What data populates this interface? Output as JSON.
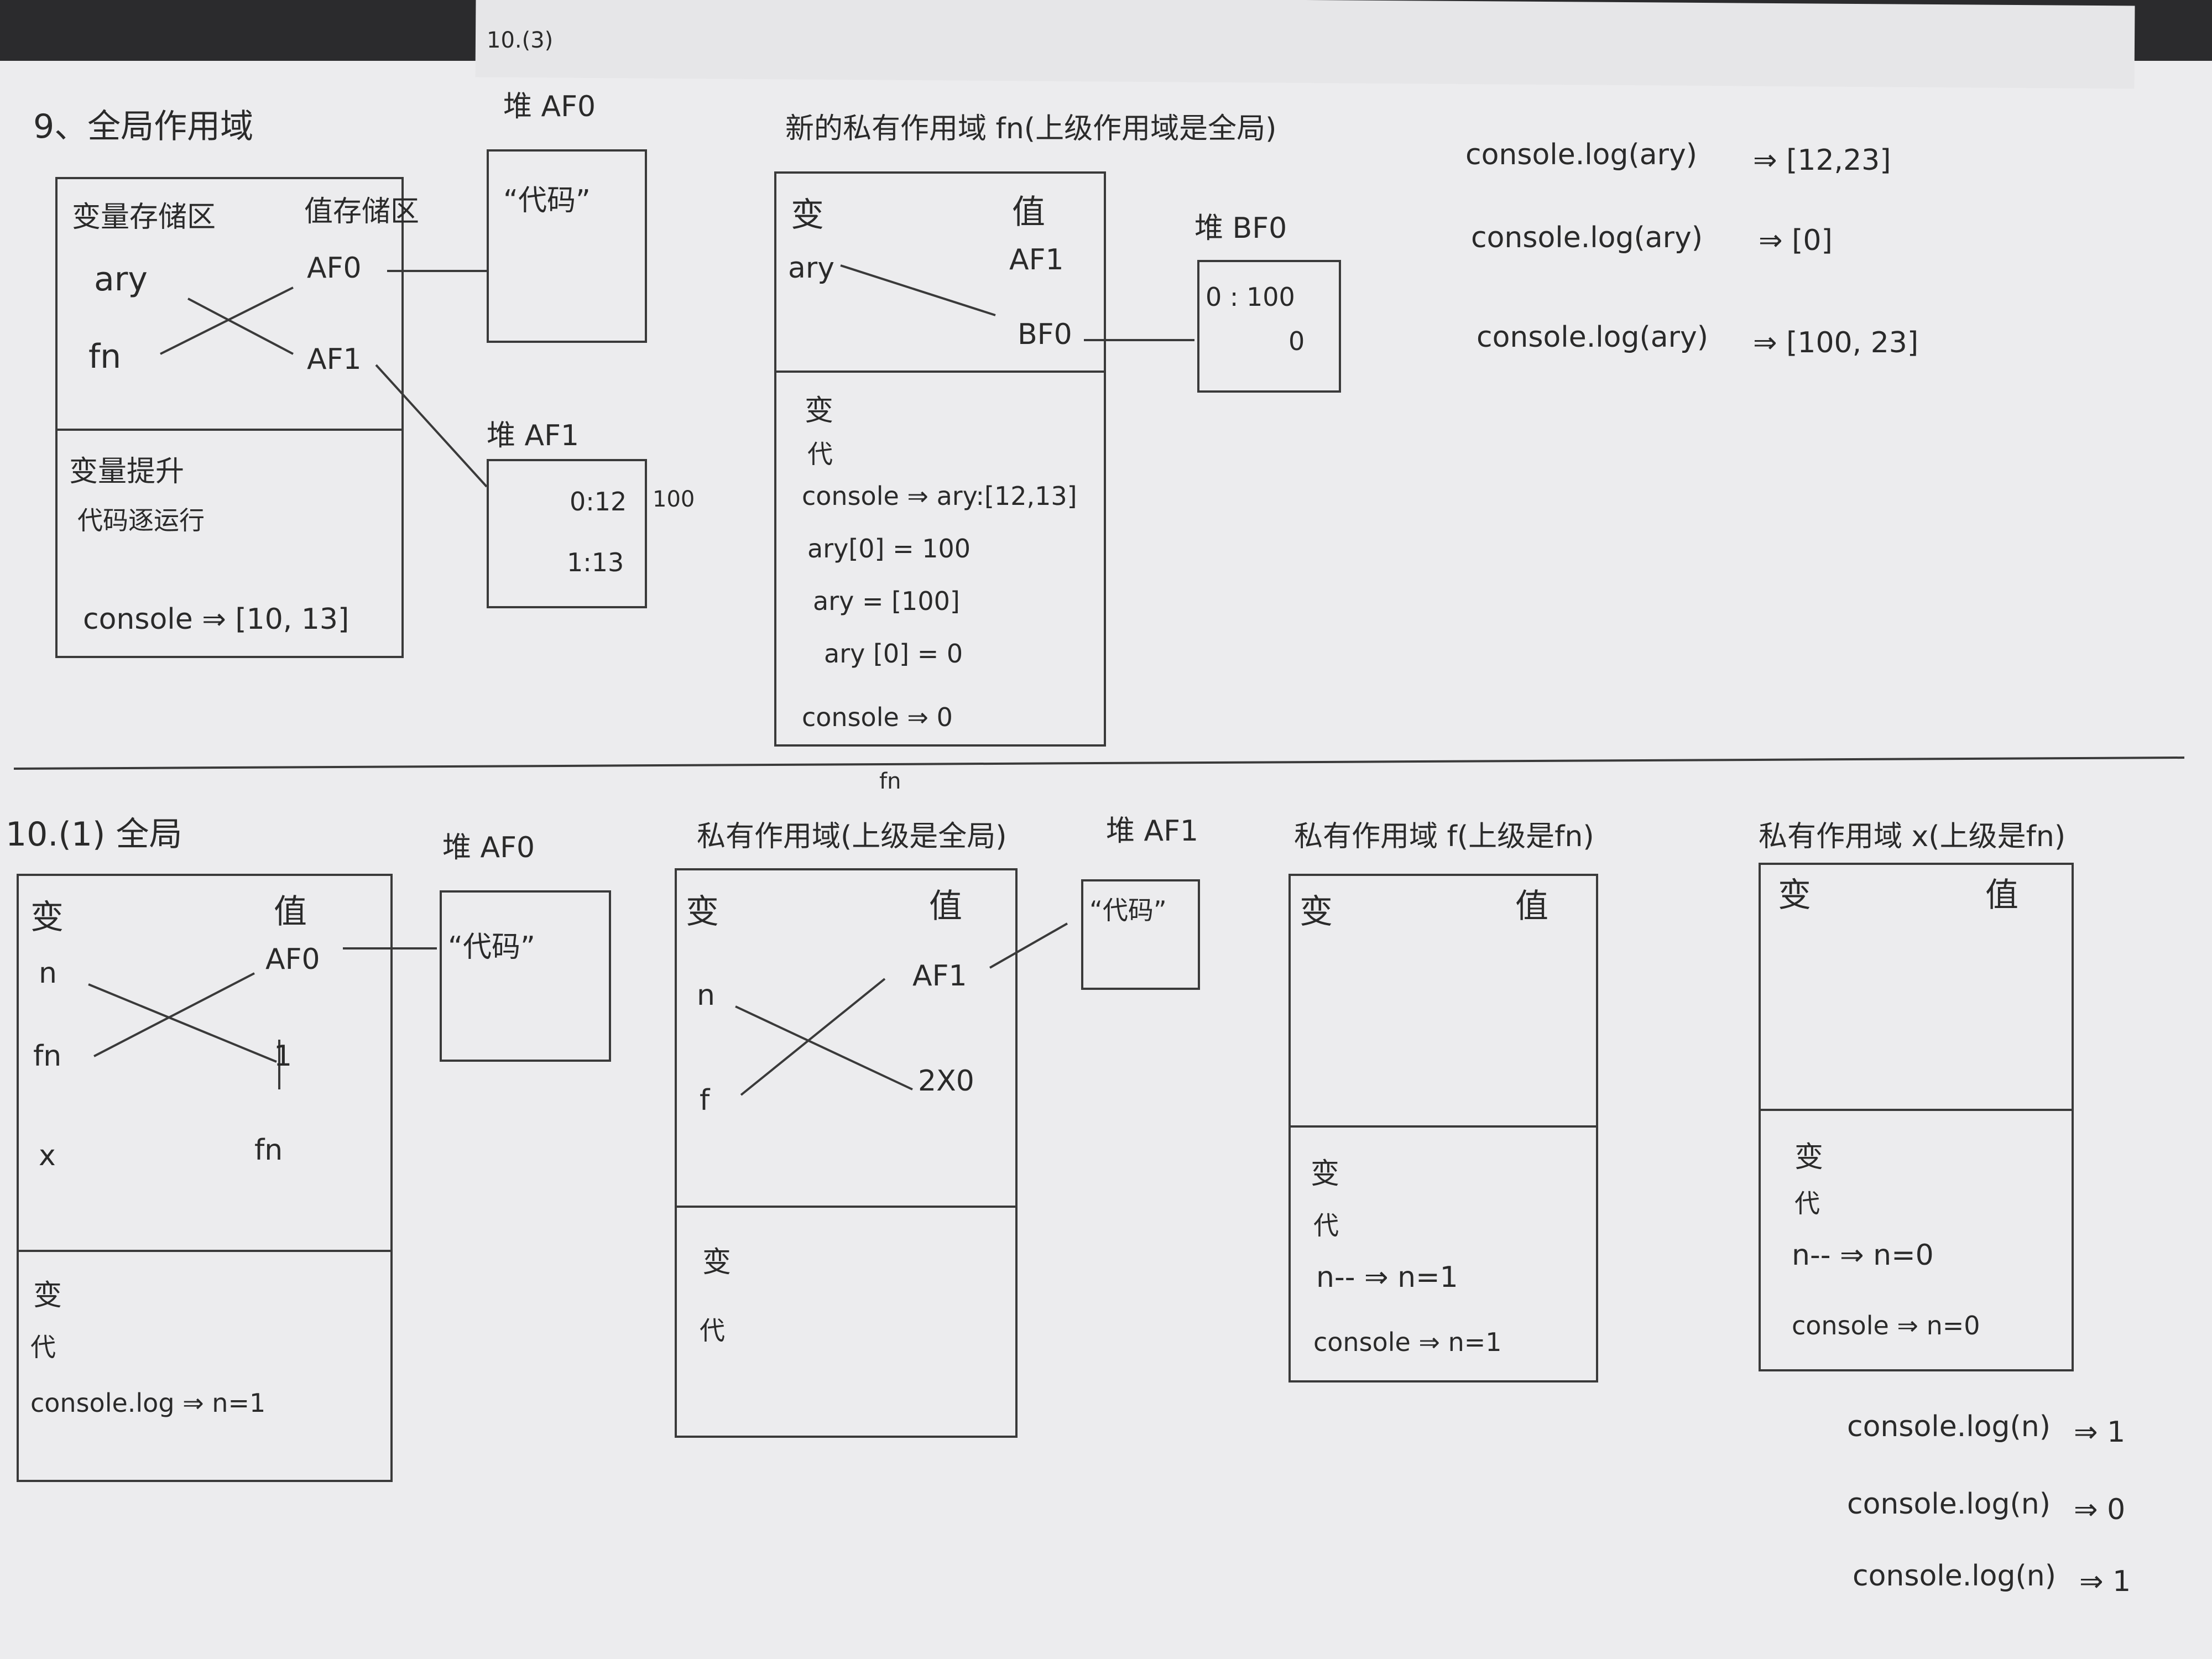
{
  "top_tab": "10.(3)",
  "section9": {
    "title": "9、全局作用域",
    "global": {
      "var_header": "变量存储区",
      "val_header": "值存储区",
      "vars": [
        "ary",
        "fn"
      ],
      "vals": [
        "AF0",
        "AF1"
      ],
      "bottom_lines": [
        "变量提升",
        "代码逐运行",
        "console ⇒ [10, 13]"
      ]
    },
    "heap_af0": {
      "title": "堆 AF0",
      "content": "“代码”"
    },
    "heap_af1": {
      "title": "堆 AF1",
      "lines": [
        "0:12",
        "1:13"
      ],
      "side_note": "100"
    },
    "private_fn": {
      "title": "新的私有作用域 fn(上级作用域是全局)",
      "var_header": "变",
      "val_header": "值",
      "var": "ary",
      "vals": [
        "AF1",
        "BF0"
      ],
      "bottom_lines": [
        "变",
        "代",
        "console ⇒ ary:[12,13]",
        "ary[0] = 100",
        "ary = [100]",
        "ary [0] = 0",
        "console ⇒ 0"
      ]
    },
    "heap_bf0": {
      "title": "堆 BF0",
      "lines": [
        "0 : 100",
        "0"
      ]
    },
    "console_results": [
      {
        "expr": "console.log(ary)",
        "result": "⇒ [12,23]"
      },
      {
        "expr": "console.log(ary)",
        "result": "⇒ [0]"
      },
      {
        "expr": "console.log(ary)",
        "result": "⇒ [100, 23]"
      }
    ]
  },
  "section10": {
    "title": "10.(1) 全局",
    "global": {
      "var_header": "变",
      "val_header": "值",
      "vars": [
        "n",
        "fn",
        "x"
      ],
      "vals": [
        "AF0",
        "1",
        "fn"
      ],
      "bottom_lines": [
        "变",
        "代",
        "console.log ⇒ n=1"
      ]
    },
    "heap_af0": {
      "title": "堆 AF0",
      "content": "“代码”"
    },
    "private_fn": {
      "note": "fn",
      "title": "私有作用域(上级是全局)",
      "var_header": "变",
      "val_header": "值",
      "vars": [
        "n",
        "f"
      ],
      "vals": [
        "AF1",
        "2X0"
      ],
      "bottom_lines": [
        "变",
        "代"
      ]
    },
    "heap_af1": {
      "title": "堆 AF1",
      "content": "“代码”"
    },
    "private_f": {
      "title": "私有作用域 f(上级是fn)",
      "var_header": "变",
      "val_header": "值",
      "bottom_lines": [
        "变",
        "代",
        "n-- ⇒ n=1",
        "console ⇒ n=1"
      ]
    },
    "private_x": {
      "title": "私有作用域 x(上级是fn)",
      "var_header": "变",
      "val_header": "值",
      "bottom_lines": [
        "变",
        "代",
        "n-- ⇒ n=0",
        "console ⇒ n=0"
      ]
    },
    "console_results": [
      {
        "expr": "console.log(n)",
        "result": "⇒ 1"
      },
      {
        "expr": "console.log(n)",
        "result": "⇒ 0"
      },
      {
        "expr": "console.log(n)",
        "result": "⇒ 1"
      }
    ]
  }
}
